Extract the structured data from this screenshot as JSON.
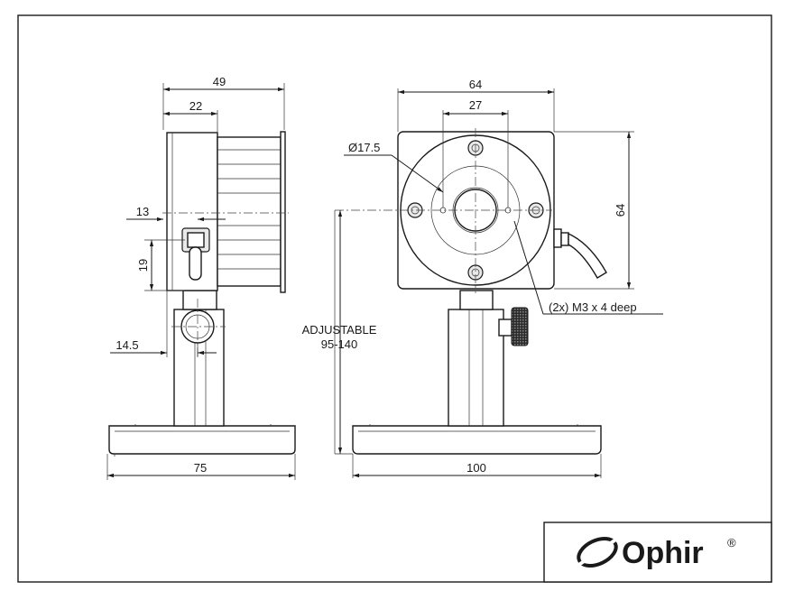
{
  "side_view": {
    "dim_total_depth": "49",
    "dim_front_depth": "22",
    "dim_knob_offset": "13",
    "dim_knob_height": "19",
    "dim_post_offset": "14.5",
    "dim_base_width": "75"
  },
  "front_view": {
    "dim_width": "64",
    "dim_hole_spacing": "27",
    "dim_height": "64",
    "dim_aperture": "Ø17.5",
    "dim_base_width": "100",
    "adjustable_label": "ADJUSTABLE",
    "adjustable_range": "95-140",
    "thread_note": "(2x) M3 x 4 deep"
  },
  "logo": {
    "brand": "Ophir",
    "registered": "®"
  }
}
